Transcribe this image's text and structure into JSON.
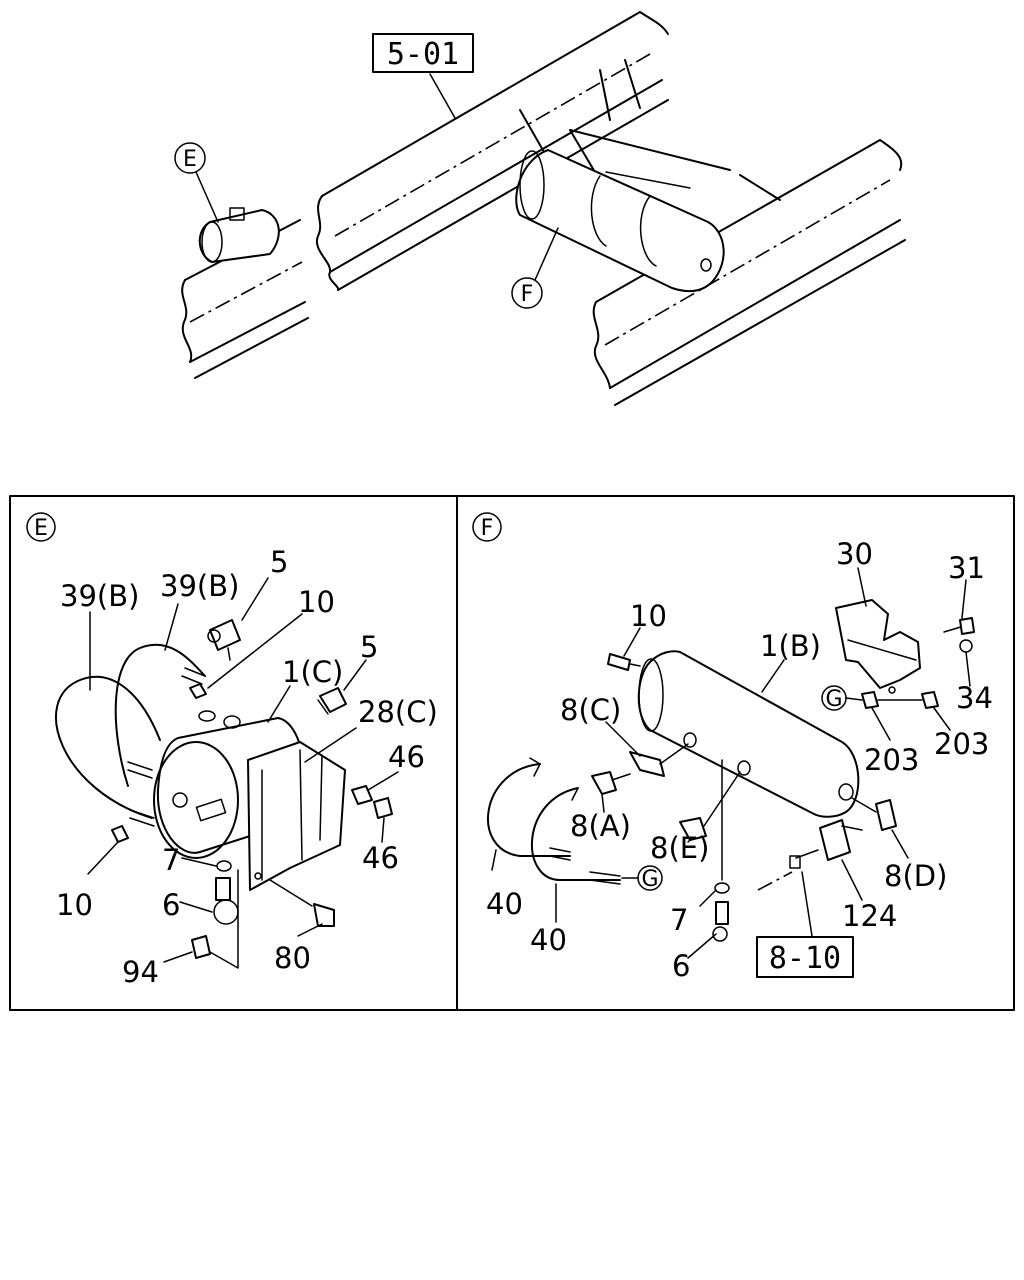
{
  "overview": {
    "ref_box": "5-01",
    "callout_e": "E",
    "callout_f": "F"
  },
  "panel_e": {
    "title": "E",
    "labels": {
      "p39b_left": "39(B)",
      "p39b_right": "39(B)",
      "p5_top": "5",
      "p10_top": "10",
      "p1c": "1(C)",
      "p5_right": "5",
      "p28c": "28(C)",
      "p46_a": "46",
      "p46_b": "46",
      "p7": "7",
      "p10_bottom": "10",
      "p6": "6",
      "p94": "94",
      "p80": "80"
    }
  },
  "panel_f": {
    "title": "F",
    "labels": {
      "p30": "30",
      "p31": "31",
      "p10": "10",
      "p1b": "1(B)",
      "p8c": "8(C)",
      "g_mid": "G",
      "p203_a": "203",
      "p203_b": "203",
      "p34": "34",
      "p8a": "8(A)",
      "p8e": "8(E)",
      "p8d": "8(D)",
      "p40_a": "40",
      "p40_b": "40",
      "g_bottom": "G",
      "p7": "7",
      "p6": "6",
      "p124": "124",
      "ref_box": "8-10"
    }
  }
}
